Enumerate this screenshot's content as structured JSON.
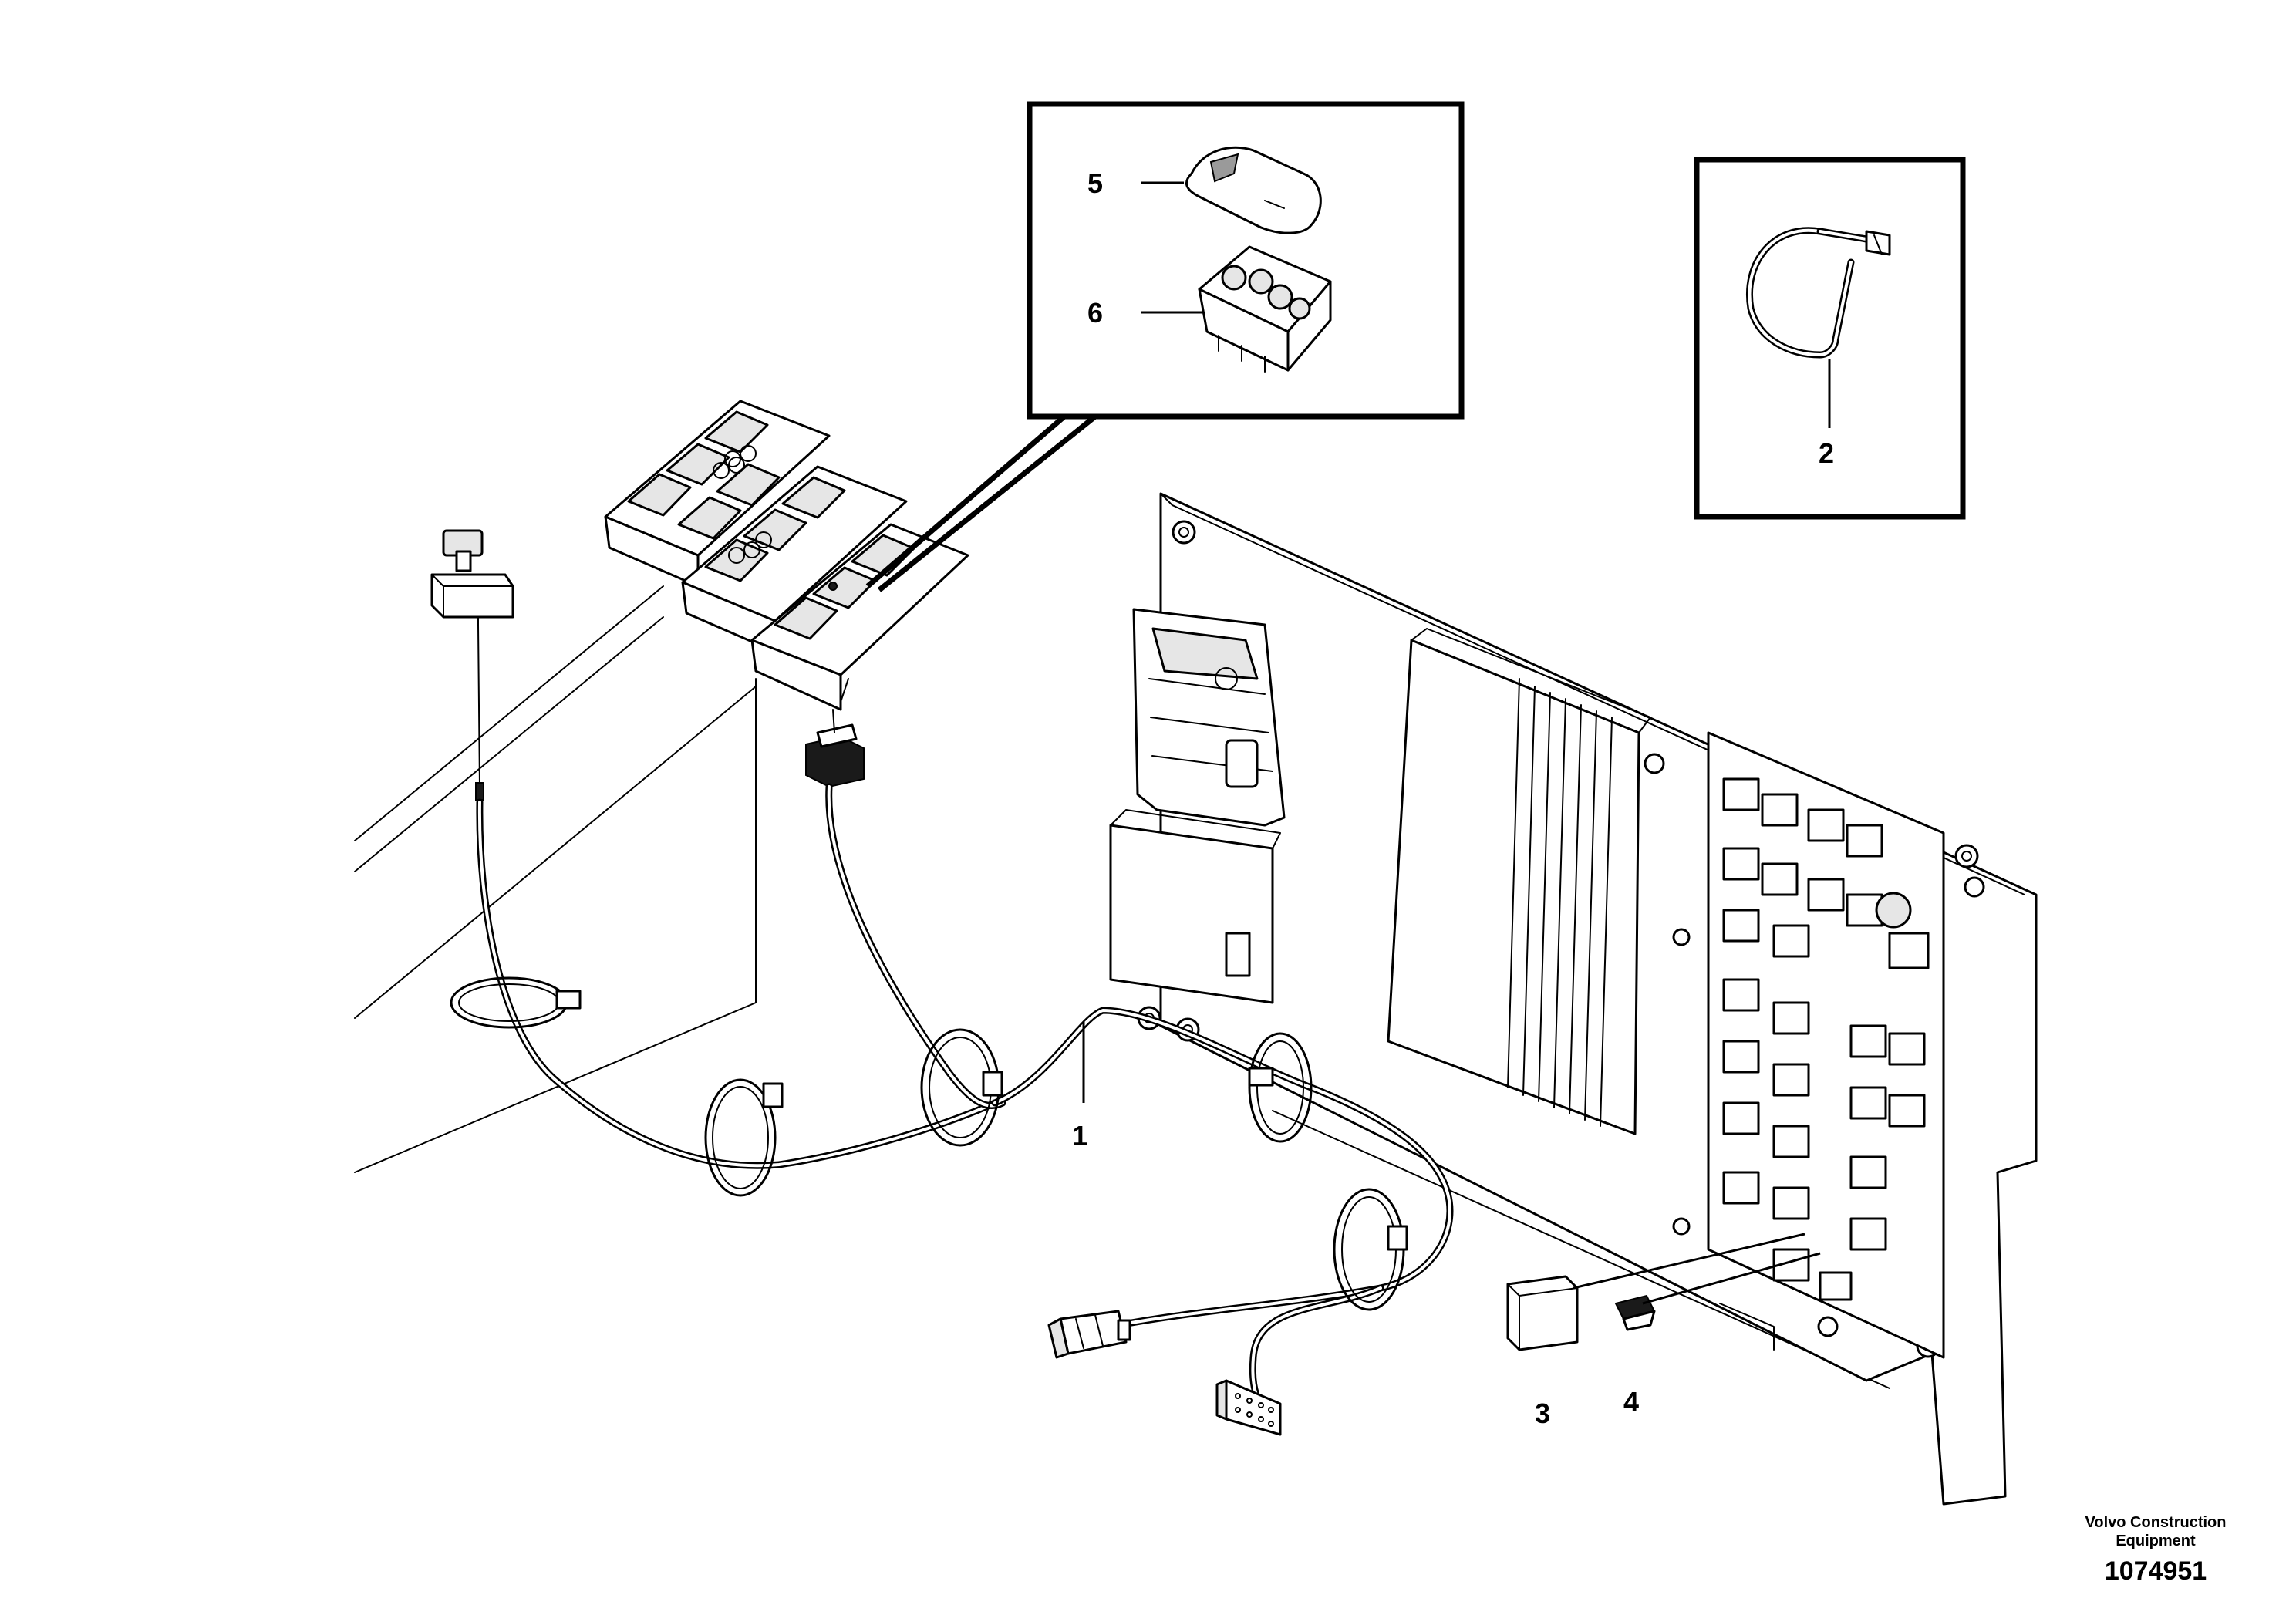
{
  "callouts": [
    {
      "id": "1",
      "label": "1"
    },
    {
      "id": "2",
      "label": "2"
    },
    {
      "id": "3",
      "label": "3"
    },
    {
      "id": "4",
      "label": "4"
    },
    {
      "id": "5",
      "label": "5"
    },
    {
      "id": "6",
      "label": "6"
    }
  ],
  "brand": {
    "line1": "Volvo Construction",
    "line2": "Equipment",
    "ref_number": "1074951"
  }
}
